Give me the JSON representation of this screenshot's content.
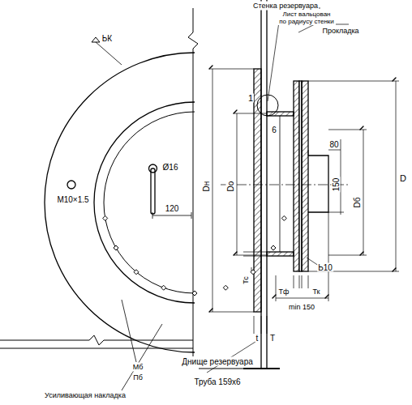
{
  "diagram": {
    "labels": [
      "Стенка резервуара",
      "Лист вальцован по радиусу стенки",
      "1",
      "Прокладка",
      "ЬК",
      "Ø16",
      "120",
      "М10×1.5",
      "Мб",
      "Пб",
      "Усиливающая накладка",
      "Dн",
      "Do",
      "6",
      "80",
      "150",
      "D",
      "Dб",
      "Ь10",
      "Тс",
      "Тф",
      "Тк",
      "min 150",
      "t",
      "T",
      "Труба 159х6",
      "Днище резервуара"
    ]
  }
}
